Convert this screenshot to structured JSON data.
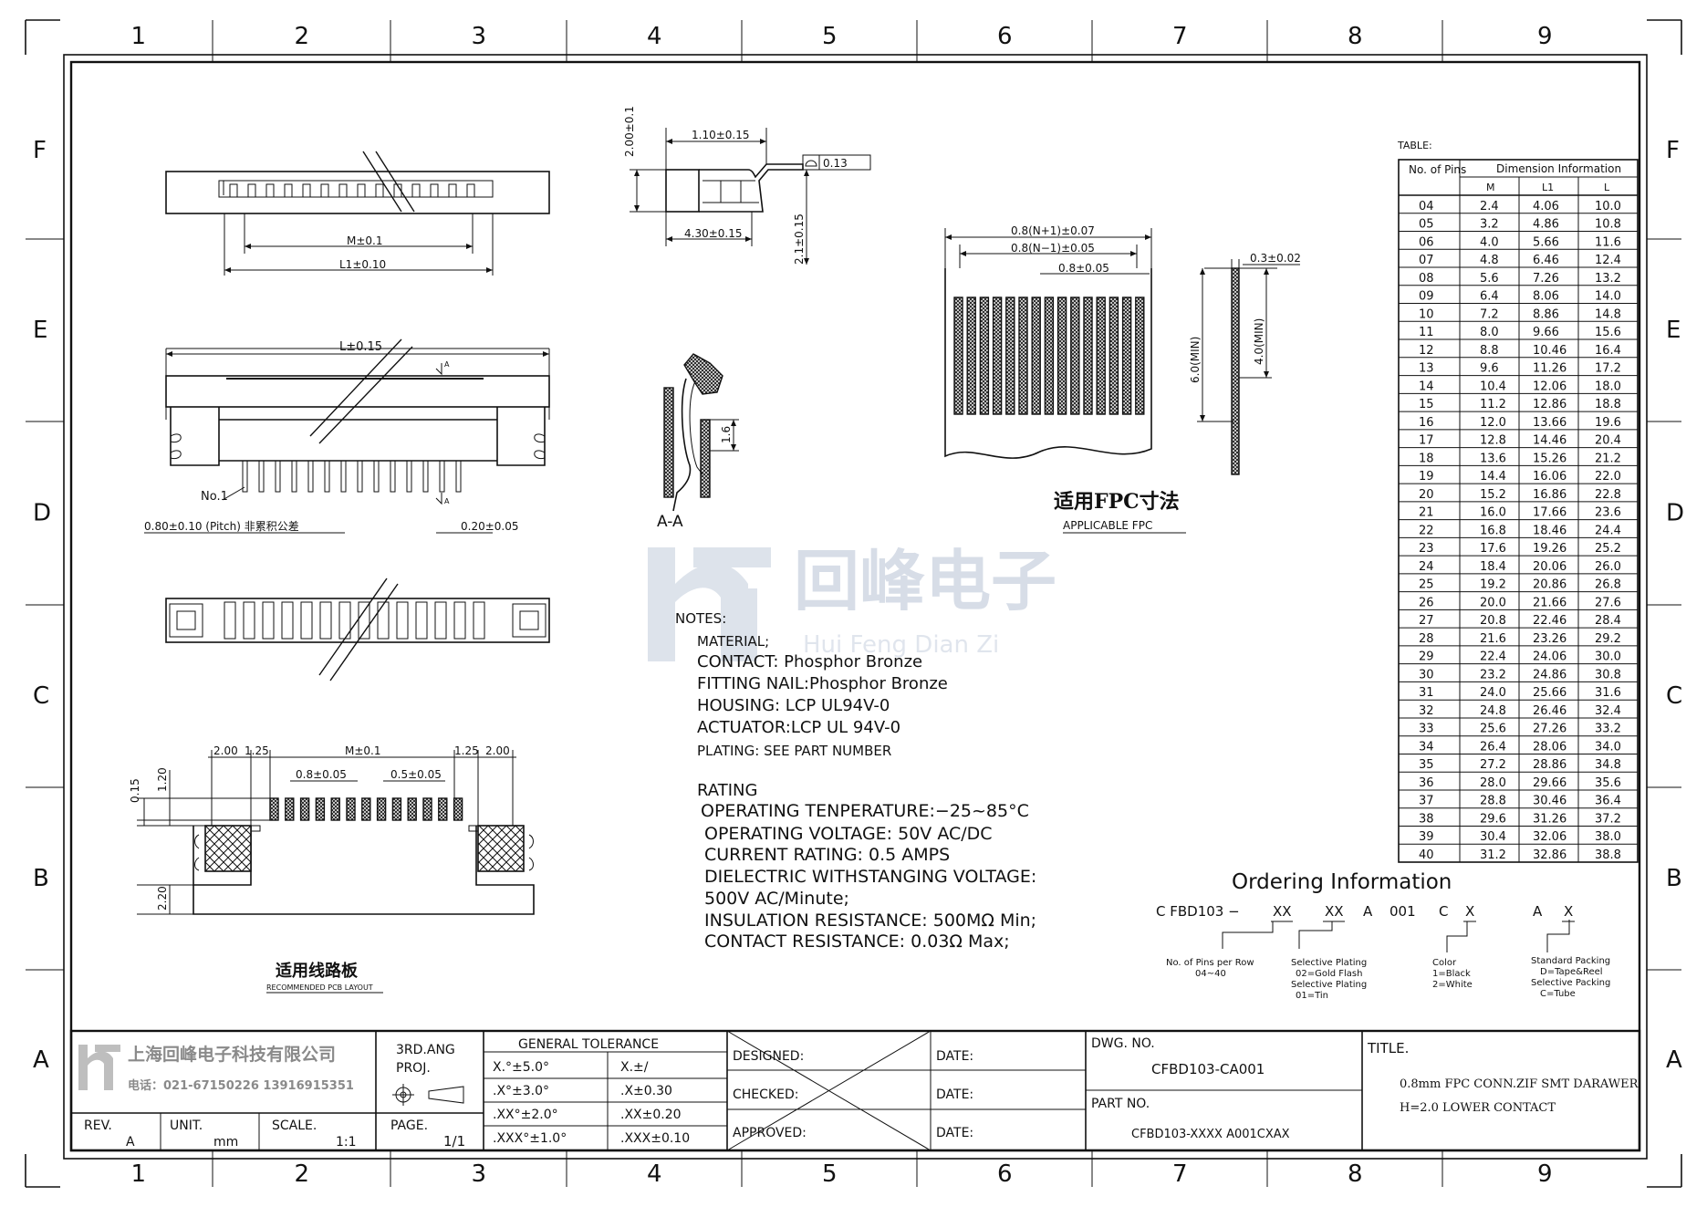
{
  "border": {
    "col_labels": [
      "1",
      "2",
      "3",
      "4",
      "5",
      "6",
      "7",
      "8",
      "9"
    ],
    "row_labels": [
      "F",
      "E",
      "D",
      "C",
      "B",
      "A"
    ]
  },
  "views": {
    "dim_m": "M±0.1",
    "dim_l1": "L1±0.10",
    "dim_l": "L±0.15",
    "section_mark": "A",
    "pin1_label": "No.1",
    "pitch_note": "0.80±0.10 (Pitch) 非累积公差",
    "dim_pin_w": "0.20±0.05",
    "side_h": "2.00±0.1",
    "side_w1": "1.10±0.15",
    "side_w2": "4.30±0.15",
    "side_h2": "2.1±0.15",
    "flatness": "0.13",
    "section_label": "A-A",
    "section_dim": "1.6"
  },
  "fpc": {
    "dim_total": "0.8(N+1)±0.07",
    "dim_span": "0.8(N−1)±0.05",
    "dim_pitch": "0.8±0.05",
    "dim_thick": "0.3±0.02",
    "dim_len1": "6.0(MIN)",
    "dim_len2": "4.0(MIN)",
    "title_cn": "适用FPC寸法",
    "title_en": "APPLICABLE FPC"
  },
  "pcb": {
    "dim_a": "2.00",
    "dim_b": "1.25",
    "dim_m": "M±0.1",
    "dim_c": "1.25",
    "dim_d": "2.00",
    "dim_pitch": "0.8±0.05",
    "dim_pad": "0.5±0.05",
    "dim_h1": "0.15",
    "dim_h2": "1.20",
    "dim_h3": "2.20",
    "title_cn": "适用线路板",
    "title_en": "RECOMMENDED PCB LAYOUT"
  },
  "watermark": {
    "cn": "回峰电子",
    "en": "Hui Feng Dian Zi"
  },
  "notes": {
    "heading": "NOTES:",
    "lines": [
      "MATERIAL;",
      "CONTACT: Phosphor Bronze",
      "FITTING NAIL:Phosphor Bronze",
      "HOUSING: LCP UL94V-0",
      "ACTUATOR:LCP UL 94V-0",
      "PLATING: SEE PART NUMBER"
    ],
    "rating_heading": "RATING",
    "rating_lines": [
      "OPERATING TENPERATURE:−25~85°C",
      "OPERATING VOLTAGE: 50V AC/DC",
      "CURRENT RATING: 0.5 AMPS",
      "DIELECTRIC WITHSTANGING VOLTAGE:",
      "500V AC/Minute;",
      "INSULATION RESISTANCE: 500MΩ Min;",
      "CONTACT RESISTANCE: 0.03Ω Max;"
    ]
  },
  "table": {
    "caption": "TABLE:",
    "col_pins": "No. of Pins",
    "group_header": "Dimension Information",
    "col_m": "M",
    "col_l1": "L1",
    "col_l": "L",
    "rows": [
      [
        "04",
        "2.4",
        "4.06",
        "10.0"
      ],
      [
        "05",
        "3.2",
        "4.86",
        "10.8"
      ],
      [
        "06",
        "4.0",
        "5.66",
        "11.6"
      ],
      [
        "07",
        "4.8",
        "6.46",
        "12.4"
      ],
      [
        "08",
        "5.6",
        "7.26",
        "13.2"
      ],
      [
        "09",
        "6.4",
        "8.06",
        "14.0"
      ],
      [
        "10",
        "7.2",
        "8.86",
        "14.8"
      ],
      [
        "11",
        "8.0",
        "9.66",
        "15.6"
      ],
      [
        "12",
        "8.8",
        "10.46",
        "16.4"
      ],
      [
        "13",
        "9.6",
        "11.26",
        "17.2"
      ],
      [
        "14",
        "10.4",
        "12.06",
        "18.0"
      ],
      [
        "15",
        "11.2",
        "12.86",
        "18.8"
      ],
      [
        "16",
        "12.0",
        "13.66",
        "19.6"
      ],
      [
        "17",
        "12.8",
        "14.46",
        "20.4"
      ],
      [
        "18",
        "13.6",
        "15.26",
        "21.2"
      ],
      [
        "19",
        "14.4",
        "16.06",
        "22.0"
      ],
      [
        "20",
        "15.2",
        "16.86",
        "22.8"
      ],
      [
        "21",
        "16.0",
        "17.66",
        "23.6"
      ],
      [
        "22",
        "16.8",
        "18.46",
        "24.4"
      ],
      [
        "23",
        "17.6",
        "19.26",
        "25.2"
      ],
      [
        "24",
        "18.4",
        "20.06",
        "26.0"
      ],
      [
        "25",
        "19.2",
        "20.86",
        "26.8"
      ],
      [
        "26",
        "20.0",
        "21.66",
        "27.6"
      ],
      [
        "27",
        "20.8",
        "22.46",
        "28.4"
      ],
      [
        "28",
        "21.6",
        "23.26",
        "29.2"
      ],
      [
        "29",
        "22.4",
        "24.06",
        "30.0"
      ],
      [
        "30",
        "23.2",
        "24.86",
        "30.8"
      ],
      [
        "31",
        "24.0",
        "25.66",
        "31.6"
      ],
      [
        "32",
        "24.8",
        "26.46",
        "32.4"
      ],
      [
        "33",
        "25.6",
        "27.26",
        "33.2"
      ],
      [
        "34",
        "26.4",
        "28.06",
        "34.0"
      ],
      [
        "35",
        "27.2",
        "28.86",
        "34.8"
      ],
      [
        "36",
        "28.0",
        "29.66",
        "35.6"
      ],
      [
        "37",
        "28.8",
        "30.46",
        "36.4"
      ],
      [
        "38",
        "29.6",
        "31.26",
        "37.2"
      ],
      [
        "39",
        "30.4",
        "32.06",
        "38.0"
      ],
      [
        "40",
        "31.2",
        "32.86",
        "38.8"
      ]
    ]
  },
  "ordering": {
    "title": "Ordering Information",
    "code_parts": [
      "C FBD103 −",
      "XX",
      "XX",
      "A",
      "001",
      "C",
      "X",
      "A",
      "X"
    ],
    "legend": {
      "pins": [
        "No. of Pins per Row",
        "04~40"
      ],
      "plating": [
        "Selective Plating",
        "02=Gold Flash",
        "Selective Plating",
        "01=Tin"
      ],
      "color": [
        "Color",
        "1=Black",
        "2=White"
      ],
      "packing": [
        "Standard Packing",
        "D=Tape&Reel",
        "Selective Packing",
        "C=Tube"
      ]
    }
  },
  "titleblock": {
    "company": "上海回峰电子科技有限公司",
    "phone": "电话：021-67150226  13916915351",
    "rev_label": "REV.",
    "rev_value": "A",
    "unit_label": "UNIT.",
    "unit_value": "mm",
    "scale_label": "SCALE.",
    "scale_value": "1:1",
    "proj_label": [
      "3RD.ANG",
      "PROJ."
    ],
    "page_label": "PAGE.",
    "page_value": "1/1",
    "tolerance_title": "GENERAL TOLERANCE",
    "tolerances": [
      [
        "X.°±5.0°",
        "X.±/"
      ],
      [
        ".X°±3.0°",
        ".X±0.30"
      ],
      [
        ".XX°±2.0°",
        ".XX±0.20"
      ],
      [
        ".XXX°±1.0°",
        ".XXX±0.10"
      ]
    ],
    "designed": "DESIGNED:",
    "checked": "CHECKED:",
    "approved": "APPROVED:",
    "date": "DATE:",
    "dwg_label": "DWG. NO.",
    "dwg_value": "CFBD103-CA001",
    "part_label": "PART NO.",
    "part_value": "CFBD103-XXXX A001CXAX",
    "title_label": "TITLE.",
    "title_line1": "0.8mm FPC CONN.ZIF SMT DARAWER",
    "title_line2": "H=2.0 LOWER CONTACT"
  }
}
